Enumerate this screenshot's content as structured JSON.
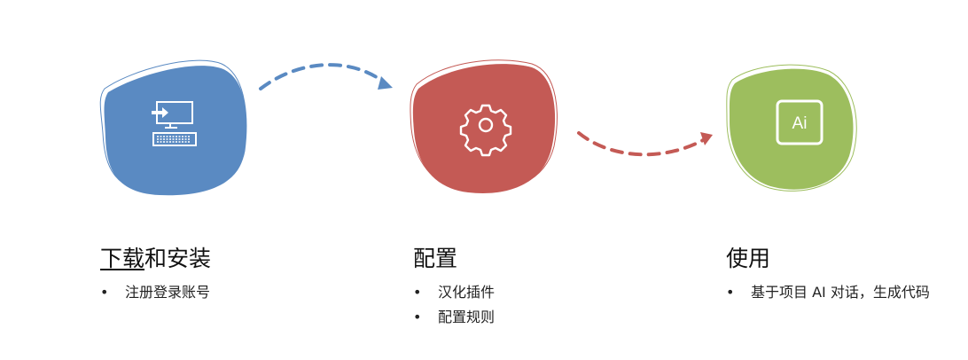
{
  "colors": {
    "blue": "#5A8AC2",
    "red": "#C45A55",
    "green": "#9DBE5E"
  },
  "steps": [
    {
      "icon": "computer-download-icon",
      "title_link": "下载",
      "title_rest": "和安装",
      "items": [
        "注册登录账号"
      ]
    },
    {
      "icon": "gear-icon",
      "title": "配置",
      "items": [
        "汉化插件",
        "配置规则"
      ]
    },
    {
      "icon": "ai-icon",
      "icon_text": "Ai",
      "title": "使用",
      "items": [
        "基于项目 AI 对话，生成代码"
      ]
    }
  ]
}
